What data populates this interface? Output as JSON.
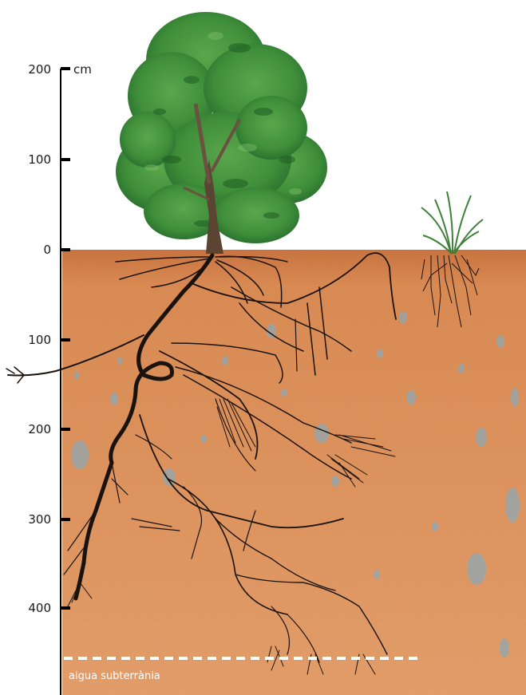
{
  "scale": {
    "unit": "cm",
    "above_ground_ticks": [
      "200",
      "100",
      "0"
    ],
    "below_ground_ticks": [
      "100",
      "200",
      "300",
      "400"
    ]
  },
  "groundwater": {
    "label": "aigua subterrània"
  },
  "colors": {
    "soil": "#d9824a",
    "soil_light": "#e9a36d",
    "foliage": "#3f8f3a",
    "foliage_dark": "#1f5c22",
    "roots": "#1a120c",
    "water_spots": "#8fa7b3",
    "axis": "#000000",
    "water_line": "#ffffff"
  }
}
